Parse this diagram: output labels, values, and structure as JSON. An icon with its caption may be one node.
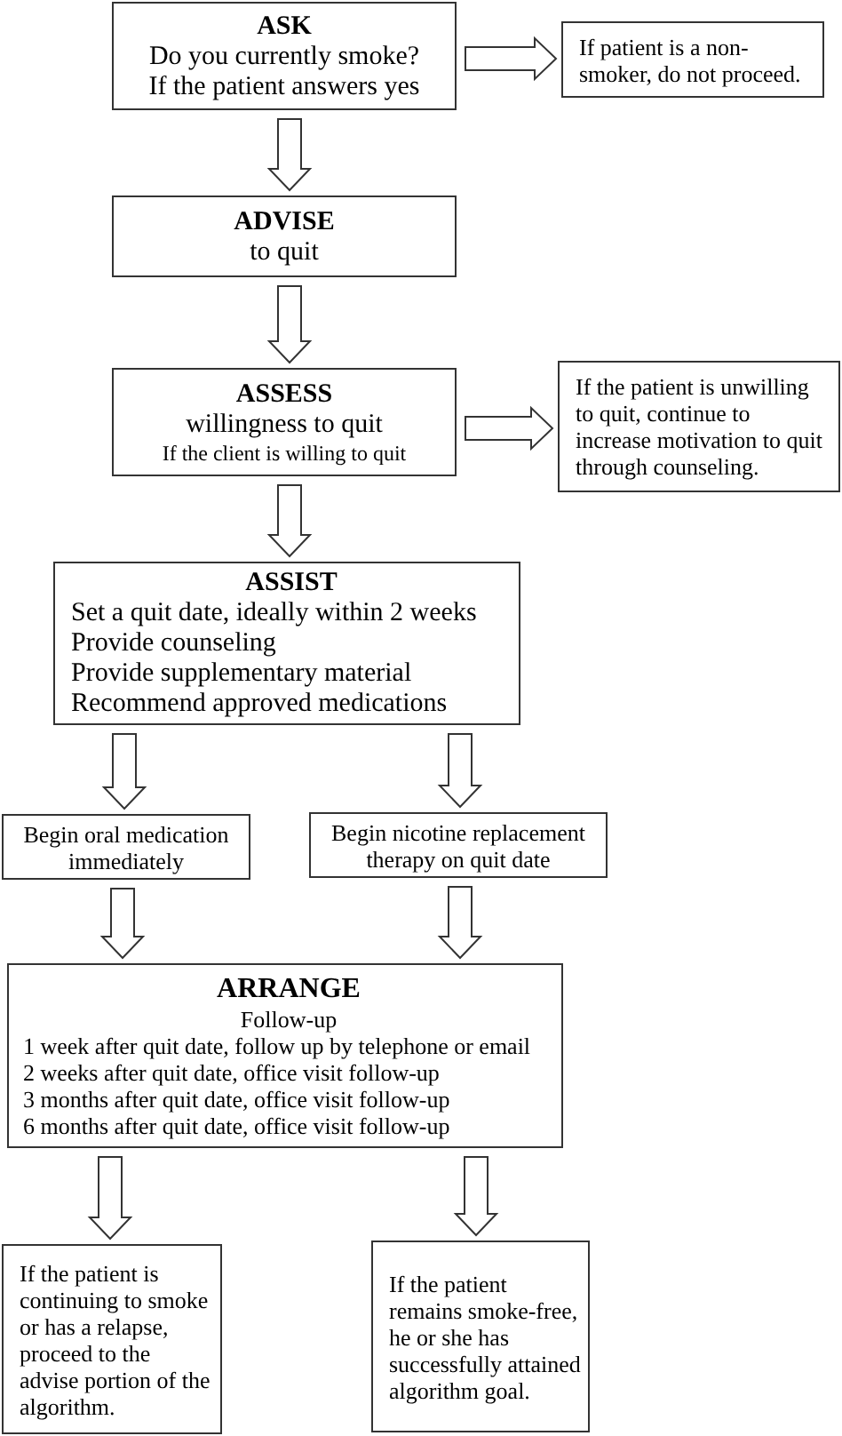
{
  "diagram": {
    "nodes": [
      {
        "text": [
          "ASK",
          "Do you currently smoke?",
          "If the patient answers yes"
        ]
      },
      {
        "text": [
          "If patient is a non-smoker, do not proceed."
        ]
      },
      {
        "text": [
          "ADVISE",
          "to quit"
        ]
      },
      {
        "text": [
          "ASSESS",
          "willingness to quit",
          "If the client is willing to quit"
        ]
      },
      {
        "text": [
          "If the patient is unwilling to quit, continue to increase motivation to quit through counseling."
        ]
      },
      {
        "text": [
          "ASSIST",
          "Set a quit date, ideally within 2 weeks",
          "Provide counseling",
          "Provide supplementary material",
          "Recommend approved medications"
        ]
      },
      {
        "text": [
          "Begin oral medication immediately"
        ]
      },
      {
        "text": [
          "Begin nicotine replacement therapy on quit date"
        ]
      },
      {
        "text": [
          "ARRANGE",
          "Follow-up",
          "1 week after quit date, follow up by telephone or email",
          "2 weeks after quit date, office visit follow-up",
          "3 months after quit date, office visit follow-up",
          "6 months after quit date, office visit follow-up"
        ]
      },
      {
        "text": [
          "If the patient is continuing to smoke or has a relapse, proceed to the advise portion of the algorithm."
        ]
      },
      {
        "text": [
          "If the patient remains smoke-free, he or she has successfully attained algorithm goal."
        ]
      }
    ],
    "edges": [
      {
        "from": 0,
        "to": 1,
        "arrow": "to"
      },
      {
        "from": 0,
        "to": 2,
        "arrow": "to"
      },
      {
        "from": 2,
        "to": 3,
        "arrow": "to"
      },
      {
        "from": 3,
        "to": 4,
        "arrow": "to"
      },
      {
        "from": 3,
        "to": 5,
        "arrow": "to"
      },
      {
        "from": 5,
        "to": 6,
        "arrow": "to"
      },
      {
        "from": 5,
        "to": 7,
        "arrow": "to"
      },
      {
        "from": 6,
        "to": 8,
        "arrow": "to"
      },
      {
        "from": 7,
        "to": 8,
        "arrow": "to"
      },
      {
        "from": 8,
        "to": 9,
        "arrow": "to"
      },
      {
        "from": 8,
        "to": 10,
        "arrow": "to"
      }
    ]
  }
}
